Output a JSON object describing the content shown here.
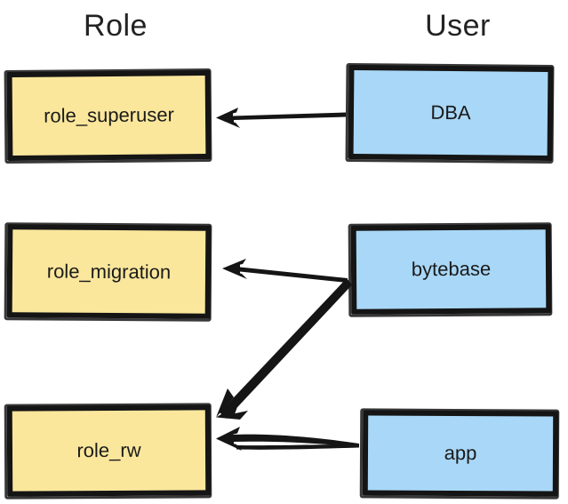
{
  "diagram": {
    "title_columns": {
      "role": "Role",
      "user": "User"
    },
    "colors": {
      "role_fill": "#FAE79C",
      "user_fill": "#A9D7F7",
      "stroke": "#151515",
      "background": "#FFFFFF",
      "text": "#1A1A1A"
    },
    "nodes": [
      {
        "id": "role_superuser",
        "label": "role_superuser",
        "column": "Role",
        "row": 1
      },
      {
        "id": "dba",
        "label": "DBA",
        "column": "User",
        "row": 1
      },
      {
        "id": "role_migration",
        "label": "role_migration",
        "column": "Role",
        "row": 2
      },
      {
        "id": "bytebase",
        "label": "bytebase",
        "column": "User",
        "row": 2
      },
      {
        "id": "role_rw",
        "label": "role_rw",
        "column": "Role",
        "row": 3
      },
      {
        "id": "app",
        "label": "app",
        "column": "User",
        "row": 3
      }
    ],
    "edges": [
      {
        "id": "dba-to-role-superuser",
        "from": "dba",
        "to": "role_superuser",
        "label": "",
        "style": "single-arrow"
      },
      {
        "id": "bytebase-to-role-migration",
        "from": "bytebase",
        "to": "role_migration",
        "label": "",
        "style": "single-arrow"
      },
      {
        "id": "bytebase-to-role-rw",
        "from": "bytebase",
        "to": "role_rw",
        "label": "",
        "style": "single-arrow-diagonal"
      },
      {
        "id": "app-to-role-rw",
        "from": "app",
        "to": "role_rw",
        "label": "",
        "style": "double-line-arrow"
      }
    ]
  }
}
